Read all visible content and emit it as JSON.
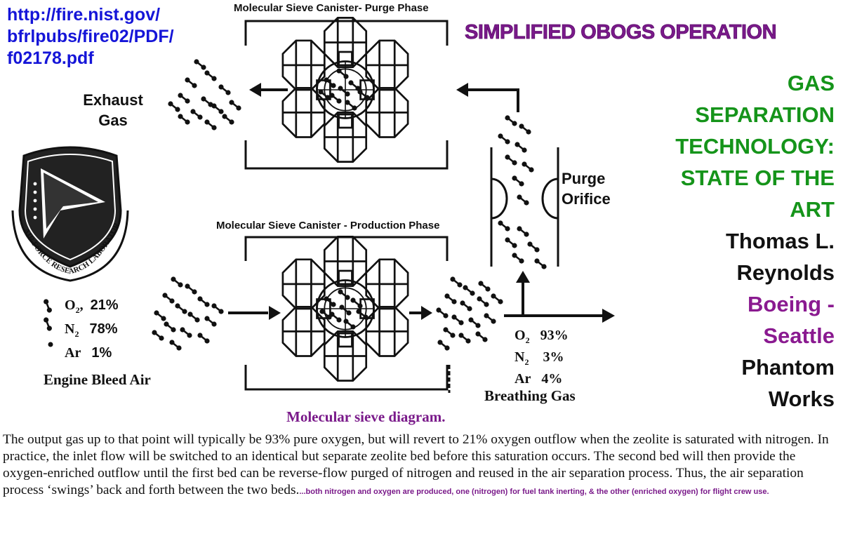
{
  "source_url": "http://fire.nist.gov/\nbfrlpubs/fire02/PDF/\nf02178.pdf",
  "main_title": "SIMPLIFIED OBOGS OPERATION",
  "right_column": {
    "title_lines": [
      "GAS",
      "SEPARATION",
      "TECHNOLOGY:",
      "STATE OF THE",
      "ART"
    ],
    "author_lines": [
      "Thomas L.",
      "Reynolds"
    ],
    "company_lines": [
      "Boeing -",
      "Seattle"
    ],
    "division_lines": [
      "Phantom",
      "Works"
    ]
  },
  "diagram": {
    "purge_canister_label": "Molecular Sieve Canister- Purge Phase",
    "production_canister_label": "Molecular Sieve Canister - Production Phase",
    "exhaust_label": "Exhaust\nGas",
    "purge_orifice_label": "Purge\nOrifice",
    "inlet": {
      "legend": [
        {
          "symbol": "O",
          "sub": "2",
          "value": "21%"
        },
        {
          "symbol": "N",
          "sub": "2",
          "value": "78%"
        },
        {
          "symbol": "Ar",
          "sub": "",
          "value": "1%"
        }
      ],
      "label": "Engine Bleed Air"
    },
    "outlet": {
      "legend": [
        {
          "symbol": "O",
          "sub": "2",
          "value": "93%"
        },
        {
          "symbol": "N",
          "sub": "2",
          "value": "3%"
        },
        {
          "symbol": "Ar",
          "sub": "",
          "value": "4%"
        }
      ],
      "label": "Breathing Gas"
    },
    "logo_text": "AIR FORCE RESEARCH LABORATORY"
  },
  "caption": "Molecular sieve diagram.",
  "paragraph": "The output gas up to that point will typically be 93% pure oxygen, but will revert to 21% oxygen outflow when the zeolite is saturated with nitrogen.  In practice, the inlet flow will be switched to an identical but separate zeolite bed before this saturation occurs.  The second bed will then provide the oxygen-enriched outflow until the first bed can be reverse-flow purged of nitrogen and reused in the air separation process. Thus, the air separation process ‘swings’ back and forth between the two beds.",
  "footnote": "...both nitrogen and oxygen are produced, one (nitrogen) for fuel tank inerting, & the other (enriched oxygen) for flight crew use."
}
